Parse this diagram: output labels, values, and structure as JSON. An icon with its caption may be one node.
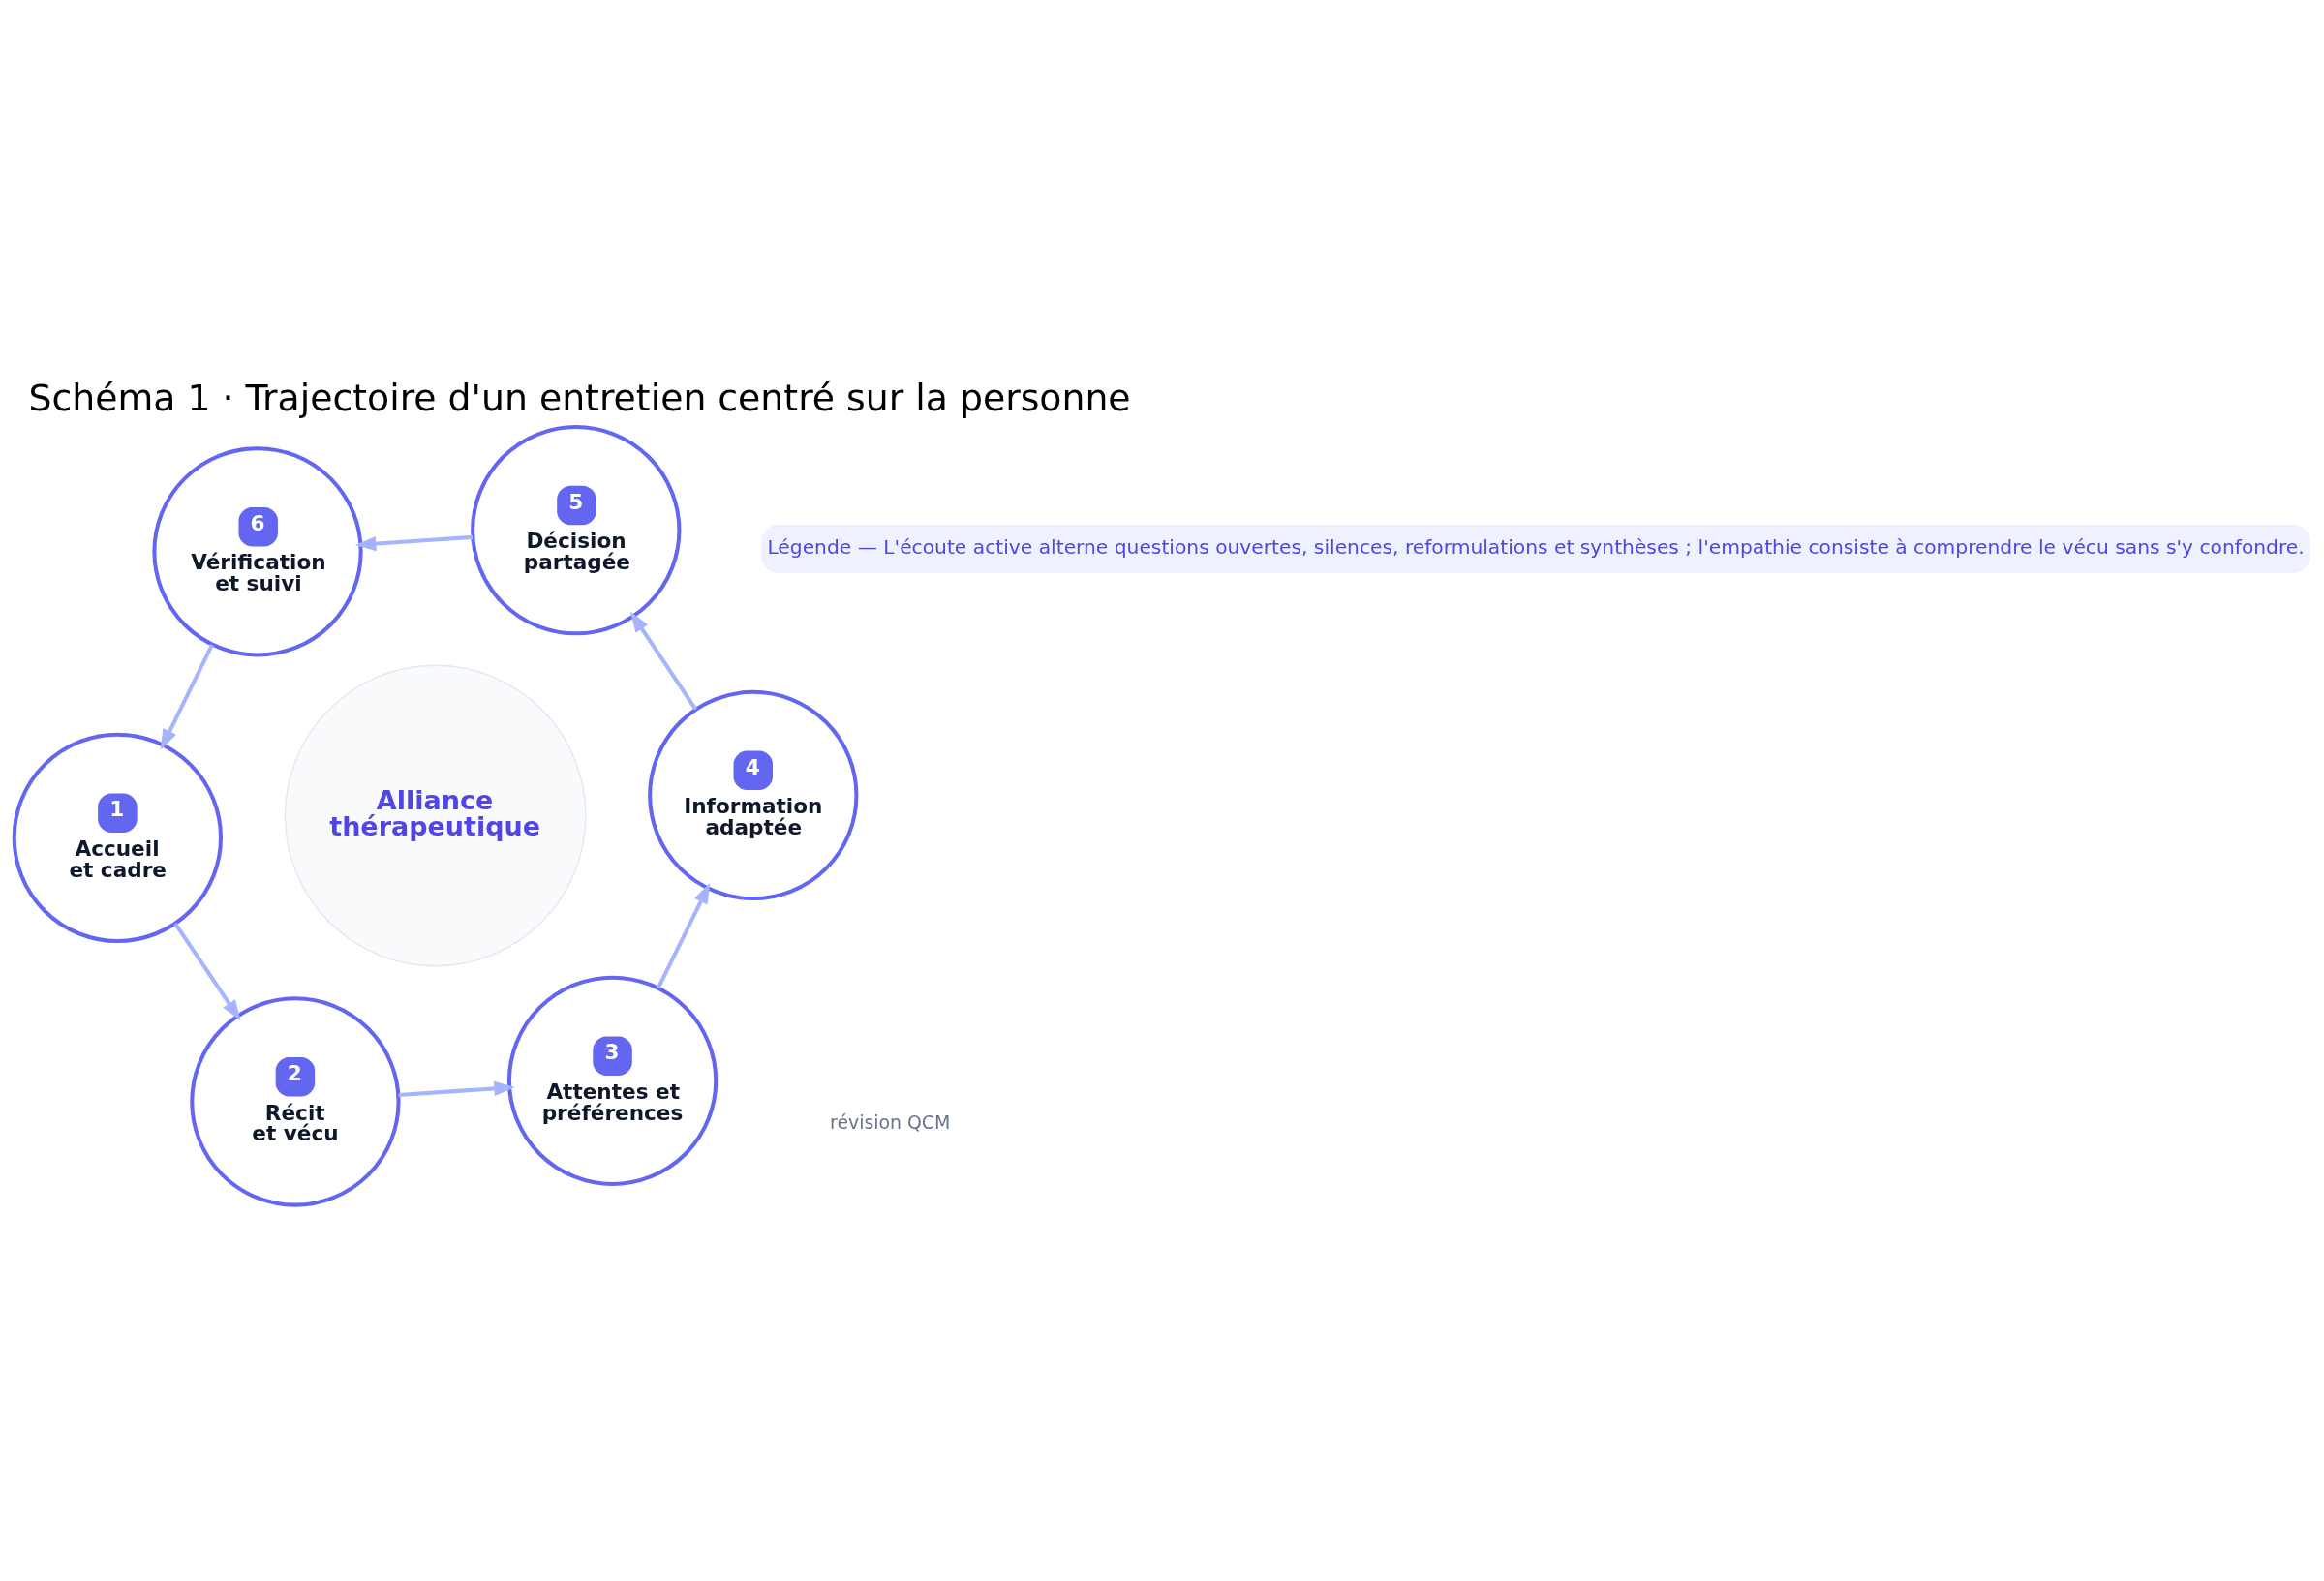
{
  "diagram": {
    "title": "Schéma 1 · Trajectoire d'un entretien centré sur la personne",
    "nodes": [
      {
        "text": [
          "1",
          "Accueil et cadre"
        ]
      },
      {
        "text": [
          "2",
          "Récit et vécu"
        ]
      },
      {
        "text": [
          "3",
          "Attentes et préférences"
        ]
      },
      {
        "text": [
          "4",
          "Information adaptée"
        ]
      },
      {
        "text": [
          "5",
          "Décision partagée"
        ]
      },
      {
        "text": [
          "6",
          "Vérification et suivi"
        ]
      },
      {
        "text": [
          "Alliance thérapeutique"
        ]
      }
    ],
    "edges": [
      {
        "from": 0,
        "to": 1,
        "arrow": "to"
      },
      {
        "from": 1,
        "to": 2,
        "arrow": "to"
      },
      {
        "from": 2,
        "to": 3,
        "arrow": "to"
      },
      {
        "from": 3,
        "to": 4,
        "arrow": "to"
      },
      {
        "from": 4,
        "to": 5,
        "arrow": "to"
      },
      {
        "from": 5,
        "to": 0,
        "arrow": "to"
      }
    ],
    "labels": [
      "Légende — L'écoute active alterne questions ouvertes, silences, reformulations et synthèses ; l'empathie consiste à comprendre le vécu sans s'y confondre.",
      "révision QCM"
    ]
  }
}
